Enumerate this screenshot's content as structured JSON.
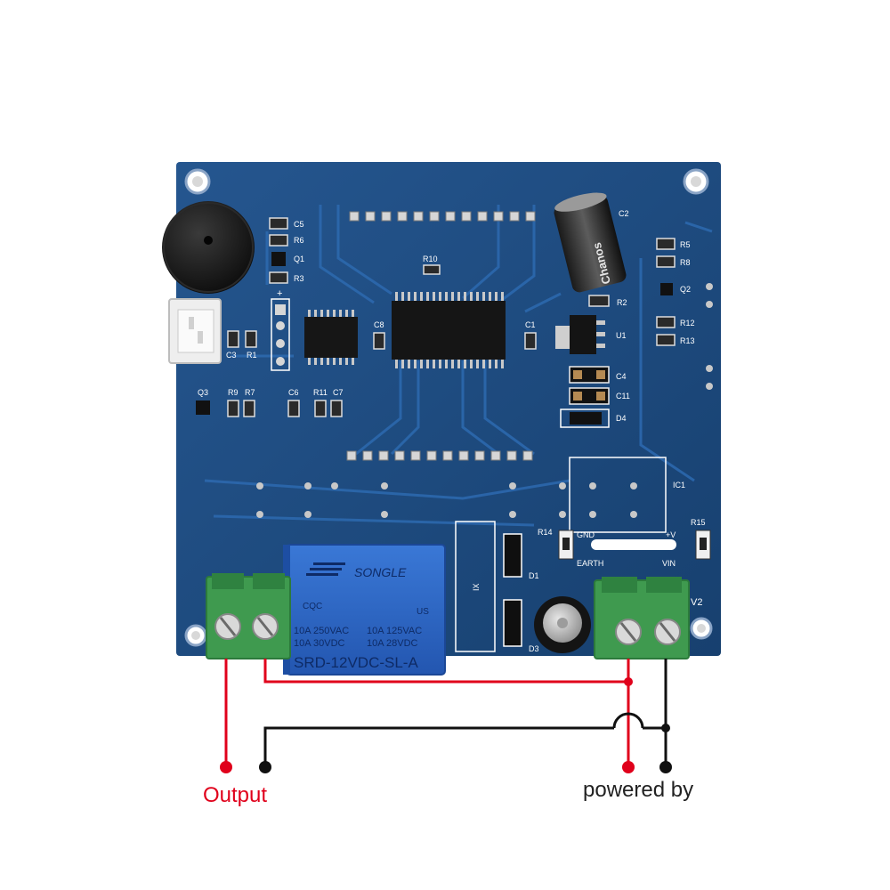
{
  "labels": {
    "output": "Output",
    "powered_by": "powered by"
  },
  "relay": {
    "brand": "SONGLE",
    "rating1": "10A 250VAC",
    "rating2": "10A 125VAC",
    "rating3": "10A 30VDC",
    "rating4": "10A 28VDC",
    "model": "SRD-12VDC-SL-A",
    "cqc": "CQC",
    "us": "US"
  },
  "capacitor": {
    "brand": "Chanos"
  },
  "silkscreen": {
    "c5": "C5",
    "r6": "R6",
    "q1": "Q1",
    "r3": "R3",
    "r10": "R10",
    "c8": "C8",
    "c1": "C1",
    "c2": "C2",
    "r2": "R2",
    "u1": "U1",
    "r5": "R5",
    "r8": "R8",
    "q2": "Q2",
    "r12": "R12",
    "r13": "R13",
    "c3": "C3",
    "r1": "R1",
    "q3": "Q3",
    "r9": "R9",
    "r7": "R7",
    "c6": "C6",
    "r11": "R11",
    "c7": "C7",
    "c4": "C4",
    "c11": "C11",
    "d4": "D4",
    "ic1": "IC1",
    "r14": "R14",
    "gnd": "GND",
    "earth": "EARTH",
    "vplus": "+V",
    "vin": "VIN",
    "r15": "R15",
    "d1": "D1",
    "d3": "D3",
    "v2": "V2",
    "ix": "IX",
    "plus": "+"
  },
  "colors": {
    "board": "#1f4f86",
    "trace": "#2d6ab0",
    "relay": "#2b66c8",
    "terminal": "#3e9a4f",
    "wire_red": "#e0001b",
    "wire_black": "#111111"
  }
}
